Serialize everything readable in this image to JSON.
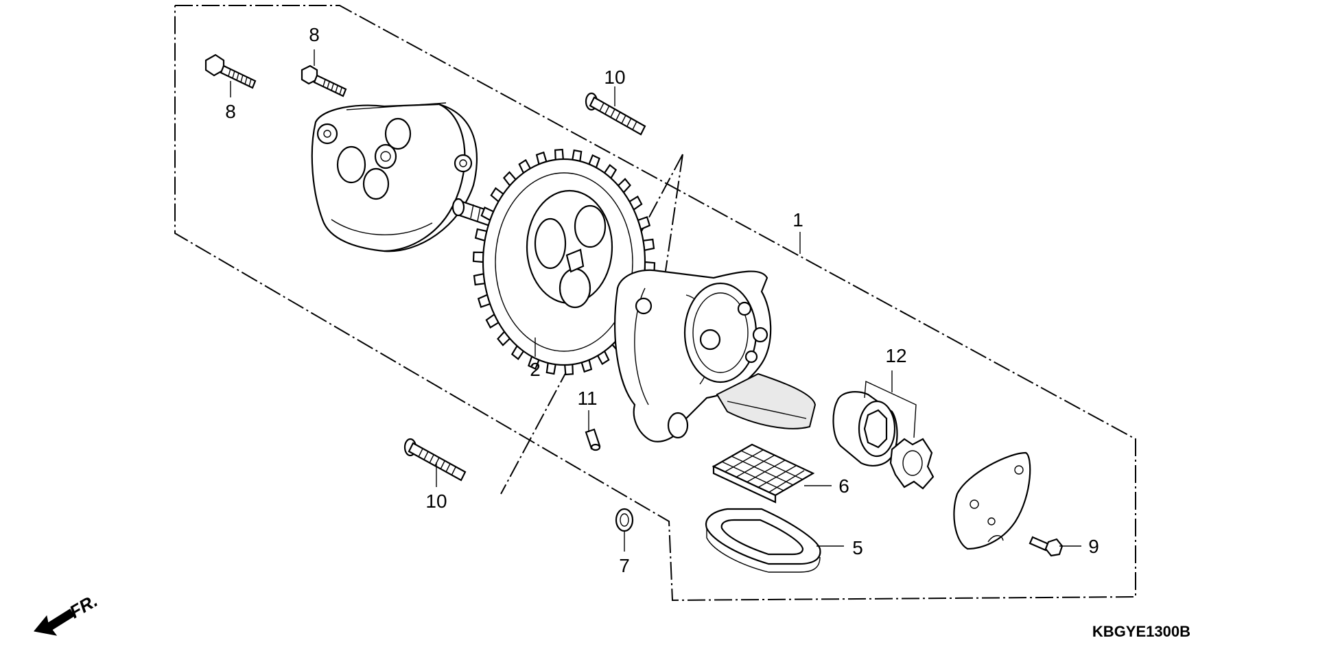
{
  "diagram": {
    "figure_code": "KBGYE1300B",
    "front_marker": "FR.",
    "callouts": [
      {
        "id": "c1",
        "label": "1"
      },
      {
        "id": "c2",
        "label": "2"
      },
      {
        "id": "c5",
        "label": "5"
      },
      {
        "id": "c6",
        "label": "6"
      },
      {
        "id": "c7",
        "label": "7"
      },
      {
        "id": "c8a",
        "label": "8"
      },
      {
        "id": "c8b",
        "label": "8"
      },
      {
        "id": "c9",
        "label": "9"
      },
      {
        "id": "c10a",
        "label": "10"
      },
      {
        "id": "c10b",
        "label": "10"
      },
      {
        "id": "c11",
        "label": "11"
      },
      {
        "id": "c12",
        "label": "12"
      }
    ],
    "parts": [
      {
        "name": "oil-pump-cover",
        "icon": "pump-cover-icon"
      },
      {
        "name": "oil-pump-drive-gear",
        "icon": "sprocket-gear-icon"
      },
      {
        "name": "oil-pump-body",
        "icon": "pump-body-icon"
      },
      {
        "name": "oil-strainer-screen",
        "icon": "mesh-screen-icon"
      },
      {
        "name": "strainer-gasket",
        "icon": "gasket-icon"
      },
      {
        "name": "o-ring",
        "icon": "o-ring-icon"
      },
      {
        "name": "flange-bolt",
        "icon": "bolt-icon"
      },
      {
        "name": "dowel-pin",
        "icon": "pin-icon"
      },
      {
        "name": "rotor-set",
        "icon": "rotor-icon"
      },
      {
        "name": "pump-plate",
        "icon": "plate-icon"
      }
    ]
  }
}
